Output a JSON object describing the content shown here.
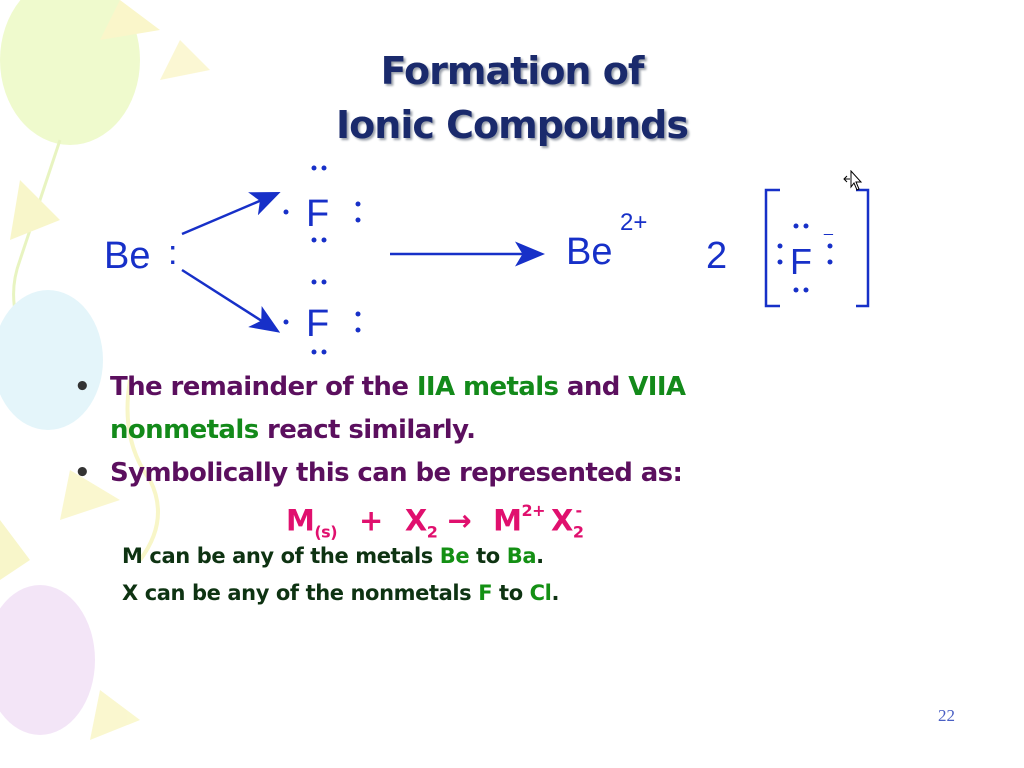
{
  "slide": {
    "title_line1": "Formation of",
    "title_line2": "Ionic Compounds",
    "page_number": "22"
  },
  "lewis": {
    "be_left": "Be",
    "fluorine": "F",
    "be_ion": "Be",
    "be_charge": "2+",
    "coefficient": "2",
    "f_ion": "F",
    "f_charge": "_"
  },
  "bullets": {
    "b1_part1": "The remainder of the ",
    "b1_part2": "IIA metals",
    "b1_part3": " and ",
    "b1_part4": "VIIA",
    "b1_part5": "nonmetals",
    "b1_part6": " react similarly.",
    "b2": "Symbolically this can be represented as:"
  },
  "equation": {
    "m": "M",
    "m_sub": "(s)",
    "plus": "+",
    "x": "X",
    "x_sub": "2",
    "arrow": "→",
    "m2": "M",
    "m2_sup": "2+",
    "x2": "X",
    "x2_sub": "2",
    "x2_sup": "-"
  },
  "notes": {
    "n1_part1": "M can be any of the metals ",
    "n1_part2": "Be",
    "n1_part3": " to ",
    "n1_part4": "Ba",
    "n1_part5": ".",
    "n2_part1": "X can be any of the nonmetals ",
    "n2_part2": "F",
    "n2_part3": " to ",
    "n2_part4": "Cl",
    "n2_part5": "."
  },
  "colors": {
    "title": "#1a2a6c",
    "lewis_blue": "#1730c8",
    "bullet_purple": "#5b0f5e",
    "highlight_green": "#138a1a",
    "equation_magenta": "#e0106e",
    "notes_dark_green": "#0e3312"
  }
}
